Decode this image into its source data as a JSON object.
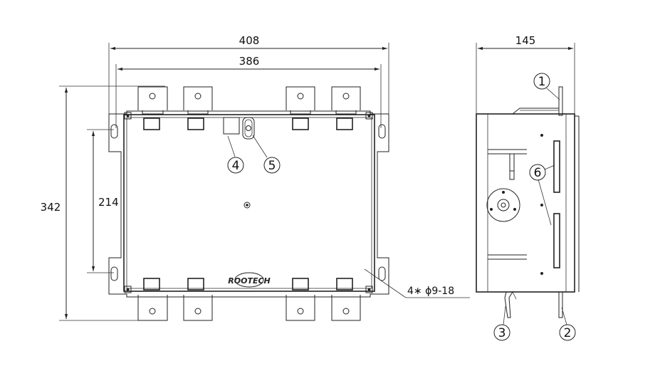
{
  "front_view": {
    "dimensions": {
      "overall_width": "408",
      "inner_width": "386",
      "overall_height": "342",
      "mount_height": "214"
    },
    "hole_note": "4∗ ϕ9-18",
    "callouts": [
      "4",
      "5"
    ],
    "logo_text": "ROOTECH"
  },
  "side_view": {
    "dimensions": {
      "depth": "145"
    },
    "callouts": [
      "1",
      "6",
      "3",
      "2"
    ]
  }
}
